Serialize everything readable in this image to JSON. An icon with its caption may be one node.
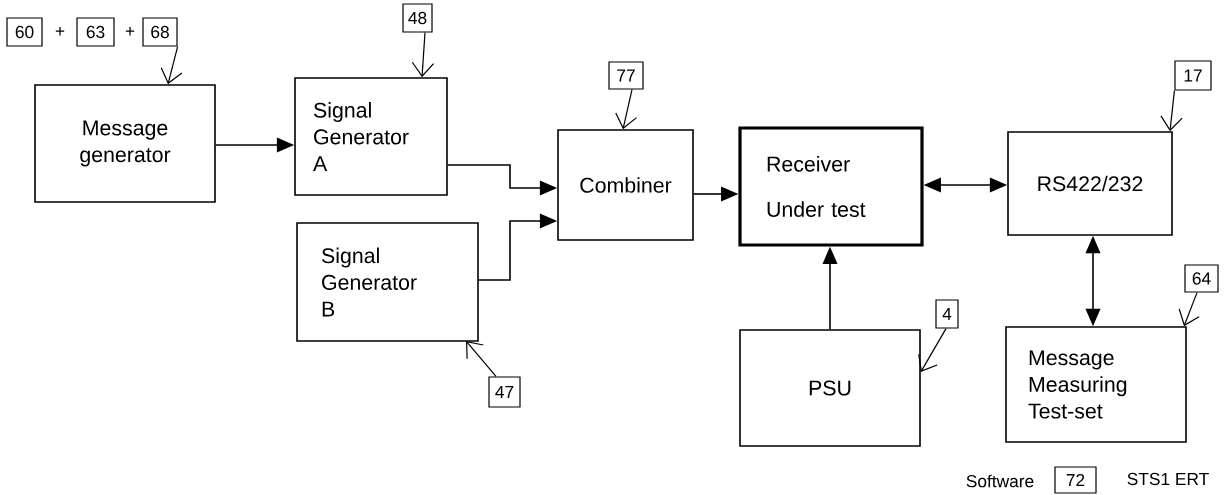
{
  "diagram": {
    "nodes": [
      {
        "text": [
          "Message generator"
        ]
      },
      {
        "text": [
          "Signal Generator A"
        ]
      },
      {
        "text": [
          "Signal Generator B"
        ]
      },
      {
        "text": [
          "Combiner"
        ]
      },
      {
        "text": [
          "Receiver Under test"
        ]
      },
      {
        "text": [
          "RS422/232"
        ]
      },
      {
        "text": [
          "PSU"
        ]
      },
      {
        "text": [
          "Message Measuring Test-set"
        ]
      },
      {
        "text": [
          "60"
        ]
      },
      {
        "text": [
          "63"
        ]
      },
      {
        "text": [
          "68"
        ]
      },
      {
        "text": [
          "48"
        ]
      },
      {
        "text": [
          "47"
        ]
      },
      {
        "text": [
          "77"
        ]
      },
      {
        "text": [
          "17"
        ]
      },
      {
        "text": [
          "4"
        ]
      },
      {
        "text": [
          "64"
        ]
      },
      {
        "text": [
          "72"
        ]
      }
    ],
    "edges": [
      {
        "from": 0,
        "to": 1,
        "arrow": "to"
      },
      {
        "from": 1,
        "to": 3,
        "arrow": "to"
      },
      {
        "from": 2,
        "to": 3,
        "arrow": "to"
      },
      {
        "from": 3,
        "to": 4,
        "arrow": "to"
      },
      {
        "from": 4,
        "to": 5,
        "arrow": "both"
      },
      {
        "from": 6,
        "to": 4,
        "arrow": "to"
      },
      {
        "from": 5,
        "to": 7,
        "arrow": "both"
      },
      {
        "from": 10,
        "to": 0,
        "arrow": "to"
      },
      {
        "from": 11,
        "to": 1,
        "arrow": "to"
      },
      {
        "from": 12,
        "to": 2,
        "arrow": "to"
      },
      {
        "from": 13,
        "to": 3,
        "arrow": "to"
      },
      {
        "from": 14,
        "to": 5,
        "arrow": "to"
      },
      {
        "from": 15,
        "to": 6,
        "arrow": "to"
      },
      {
        "from": 16,
        "to": 7,
        "arrow": "to"
      }
    ],
    "labels": [
      "+",
      "+",
      "Software",
      "STS1 ERT"
    ]
  }
}
